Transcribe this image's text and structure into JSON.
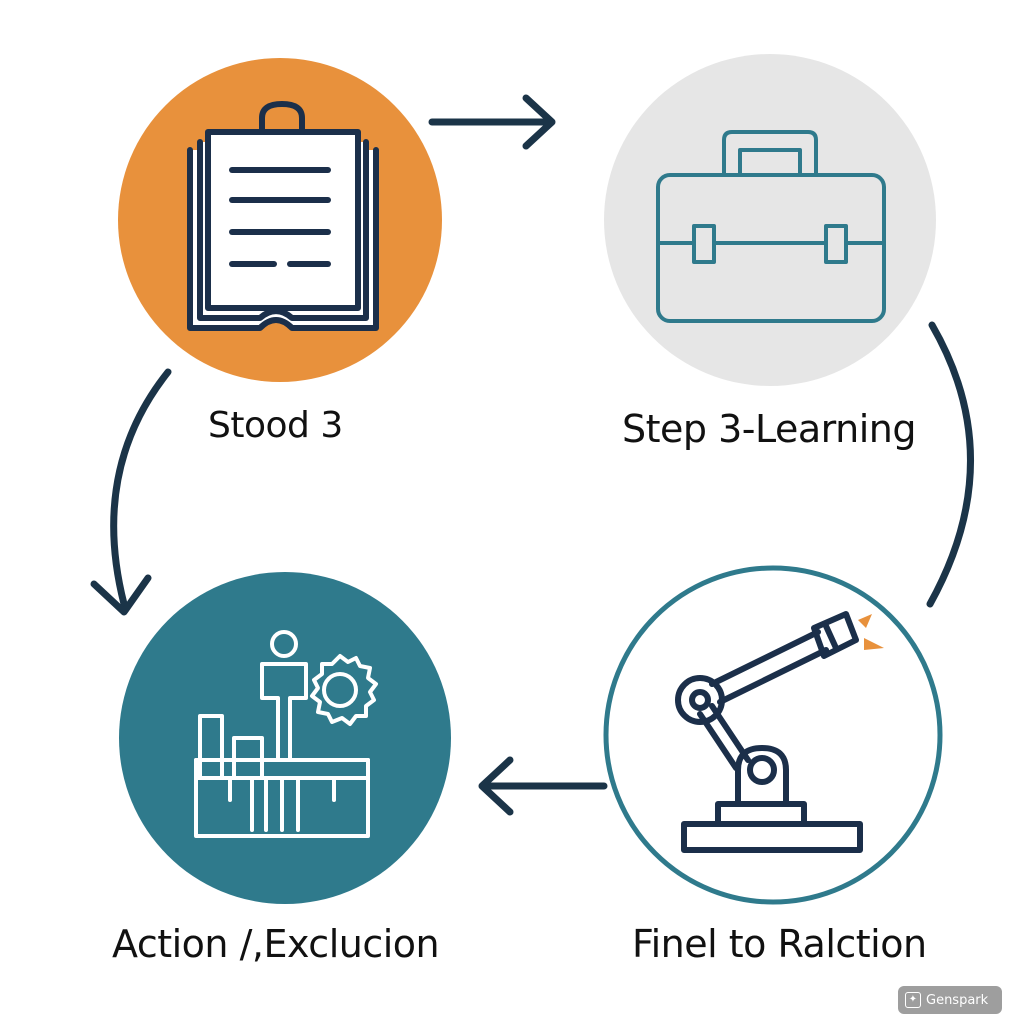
{
  "steps": [
    {
      "label": "Stood 3",
      "icon": "document-clipboard-icon",
      "color": "#e8913c"
    },
    {
      "label": "Step 3-Learning",
      "icon": "briefcase-icon",
      "color": "#e6e6e6"
    },
    {
      "label": "Action /,Exclucion",
      "icon": "worker-gear-factory-icon",
      "color": "#2f7a8c"
    },
    {
      "label": "Finel to Ralction",
      "icon": "robotic-arm-icon",
      "color": "#ffffff"
    }
  ],
  "colors": {
    "arrow": "#1b3448",
    "icon_navy": "#1b2f4a",
    "icon_teal": "#2f7a8c",
    "accent_orange": "#e8913c"
  },
  "watermark": {
    "text": "Genspark"
  }
}
